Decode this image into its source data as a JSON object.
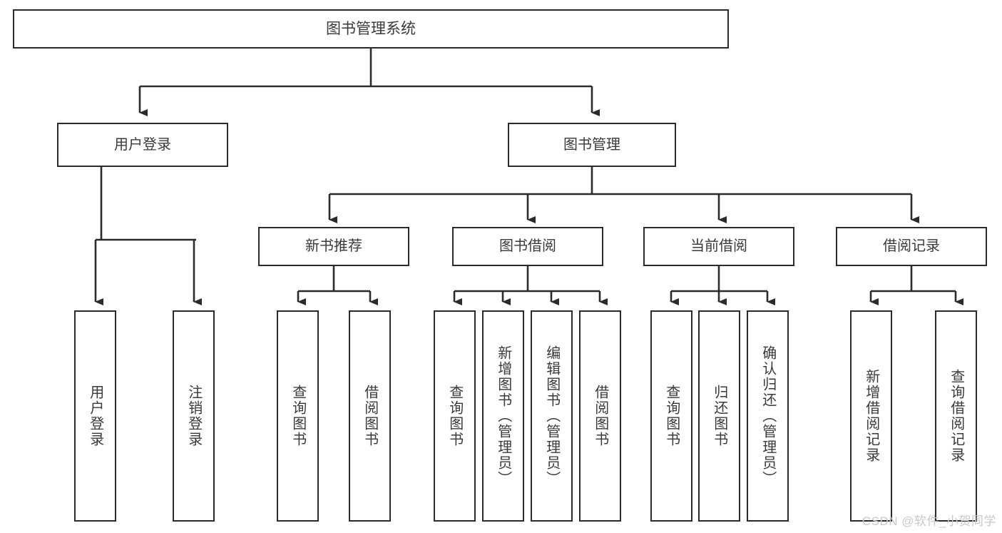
{
  "diagram": {
    "type": "tree-flowchart",
    "title": "图书管理系统",
    "root": {
      "label": "图书管理系统"
    },
    "level2": [
      {
        "label": "用户登录"
      },
      {
        "label": "图书管理"
      }
    ],
    "level3": [
      {
        "label": "新书推荐"
      },
      {
        "label": "图书借阅"
      },
      {
        "label": "当前借阅"
      },
      {
        "label": "借阅记录"
      }
    ],
    "leaves": {
      "user_login": [
        {
          "label": "用户登录"
        },
        {
          "label": "注销登录"
        }
      ],
      "new_book_recommend": [
        {
          "label": "查询图书"
        },
        {
          "label": "借阅图书"
        }
      ],
      "book_borrow": [
        {
          "label": "查询图书"
        },
        {
          "label": "新增图书（管理员）"
        },
        {
          "label": "编辑图书（管理员）"
        },
        {
          "label": "借阅图书"
        }
      ],
      "current_borrow": [
        {
          "label": "查询图书"
        },
        {
          "label": "归还图书"
        },
        {
          "label": "确认归还（管理员）"
        }
      ],
      "borrow_record": [
        {
          "label": "新增借阅记录"
        },
        {
          "label": "查询借阅记录"
        }
      ]
    },
    "colors": {
      "border": "#2b2b2b",
      "text": "#3a3a3a",
      "background": "#ffffff",
      "connector": "#2b2b2b",
      "watermark": "#c9c9c9"
    }
  },
  "watermark": {
    "text": "CSDN @软件_小贺同学"
  }
}
